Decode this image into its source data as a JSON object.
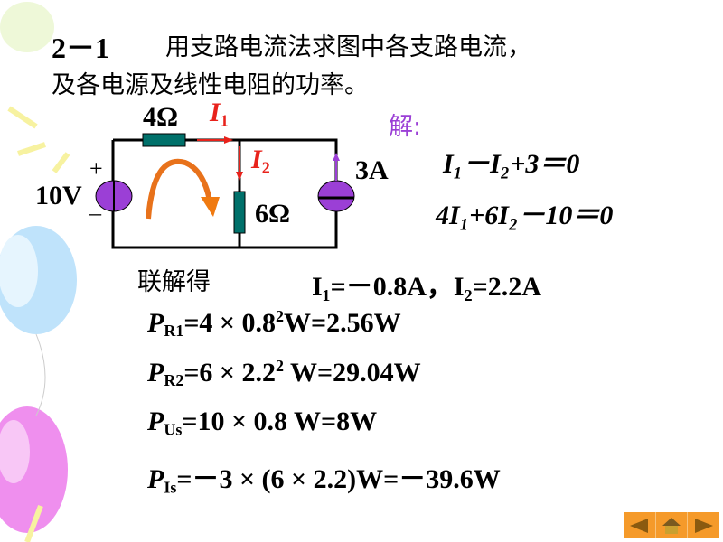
{
  "problem": {
    "number": "2－1",
    "line1": "用支路电流法求图中各支路电流，",
    "line2": "及各电源及线性电阻的功率。"
  },
  "circuit": {
    "r1": "4Ω",
    "r2": "6Ω",
    "i1": "I",
    "i1_sub": "1",
    "i2": "I",
    "i2_sub": "2",
    "vs": "10V",
    "plus": "+",
    "minus": "_",
    "is": "3A"
  },
  "solution": {
    "label": "解:",
    "eq1": "I₁－I₂+3＝0",
    "eq2": "4I₁+6I₂－10＝0",
    "combined": "联解得",
    "result": "I₁=－0.8A，I₂=2.2A"
  },
  "powers": [
    {
      "p": "P",
      "sub": "R1",
      "expr_a": "=4 × 0.8",
      "sup": "2",
      "expr_b": "W=2.56W"
    },
    {
      "p": "P",
      "sub": "R2",
      "expr_a": "=6 × 2.2",
      "sup": "2",
      "expr_b": " W=29.04W"
    },
    {
      "p": "P",
      "sub": "Us",
      "expr_a": "=10  × 0.8 W=8W",
      "sup": "",
      "expr_b": ""
    },
    {
      "p": "P",
      "sub": "Is",
      "expr_a": "=－3 × (6 × 2.2)W=－39.6W",
      "sup": "",
      "expr_b": ""
    }
  ],
  "colors": {
    "accent": "#e8221b",
    "purple": "#9b3fd6",
    "resistor": "#00706a",
    "nav": "#f59a2a"
  }
}
